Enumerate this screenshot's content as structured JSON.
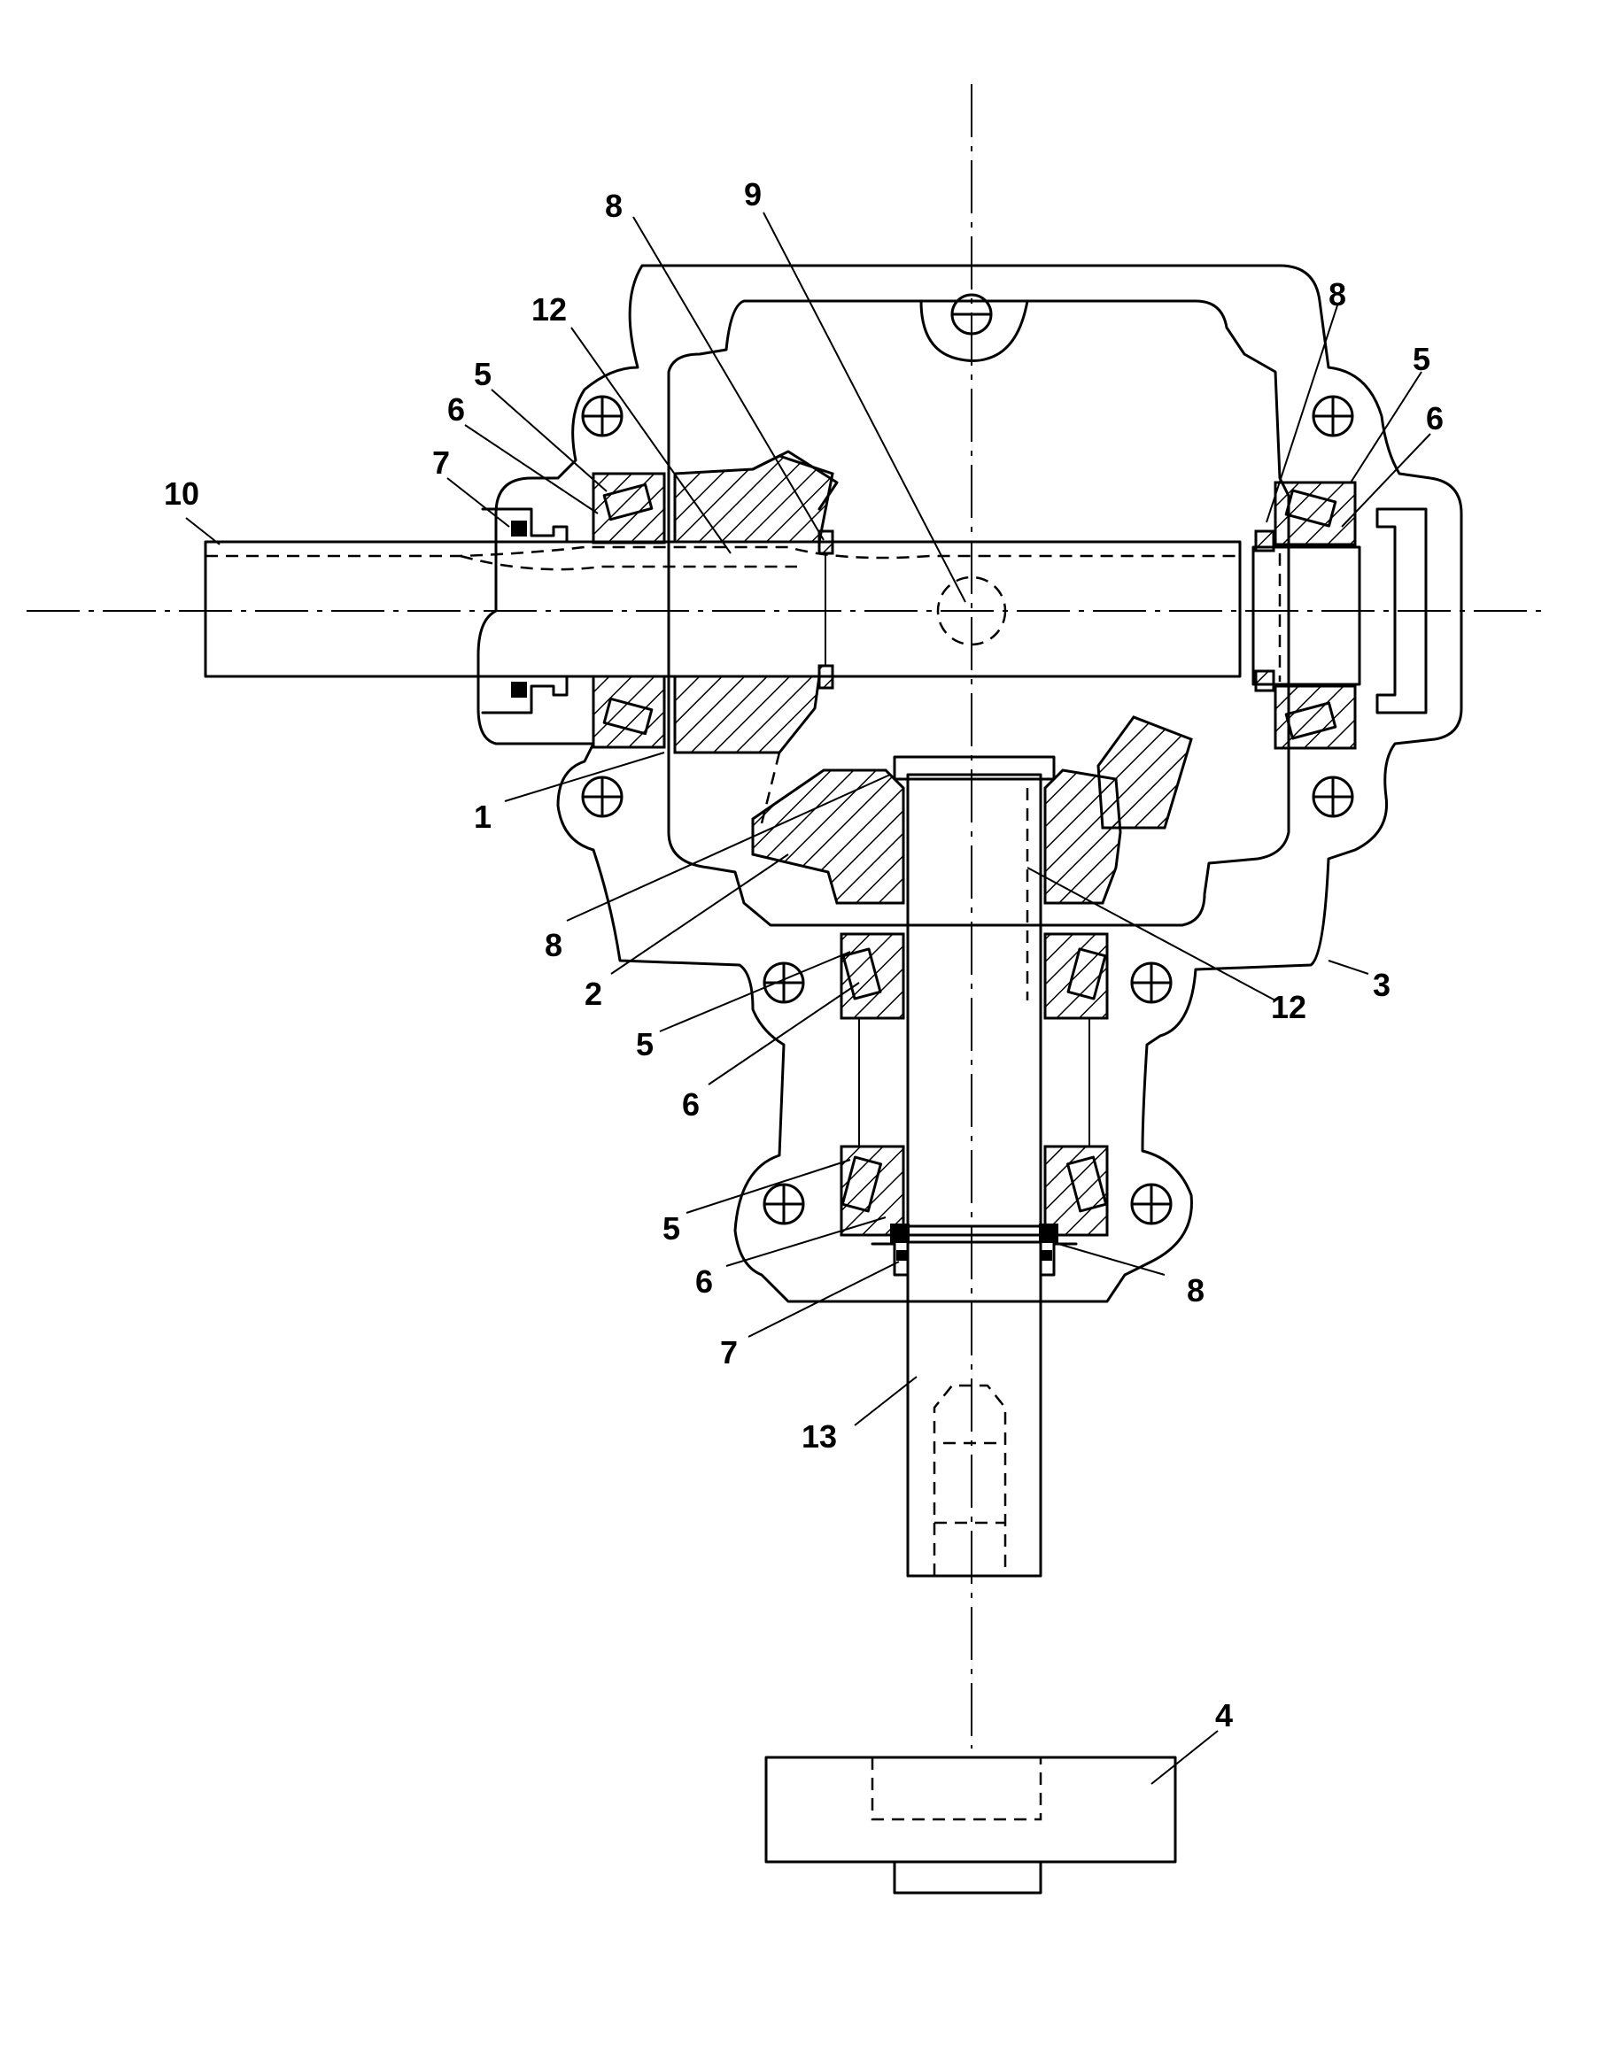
{
  "labels": {
    "l8_top_left": "8",
    "l9": "9",
    "l12_top": "12",
    "l8_top_right": "8",
    "l5_top_left": "5",
    "l5_top_right": "5",
    "l6_top_left": "6",
    "l6_top_right": "6",
    "l7_top_left": "7",
    "l10": "10",
    "l1": "1",
    "l8_mid_left": "8",
    "l2": "2",
    "l3": "3",
    "l12_mid_right": "12",
    "l5_mid": "5",
    "l6_mid": "6",
    "l5_low": "5",
    "l6_low": "6",
    "l8_low_right": "8",
    "l7_low": "7",
    "l13": "13",
    "l4": "4"
  }
}
